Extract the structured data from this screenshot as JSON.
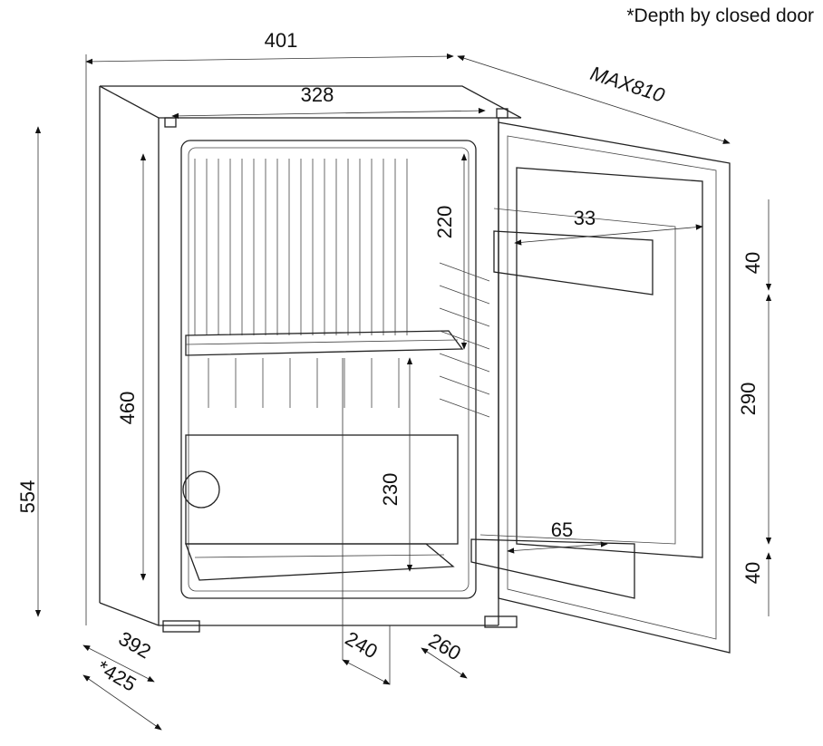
{
  "note": "*Depth by closed door",
  "dimensions": {
    "width_outer": "401",
    "depth_door_open": "MAX810",
    "width_inner": "328",
    "upper_compartment_height": "220",
    "door_shelf_top_depth": "33",
    "door_shelf_top_height": "40",
    "door_mid_height": "290",
    "inner_height": "460",
    "outer_height": "554",
    "lower_compartment_height": "230",
    "door_shelf_bottom_depth": "65",
    "door_shelf_bottom_height": "40",
    "depth_body": "392",
    "depth_closed": "*425",
    "shelf_depth": "240",
    "shelf_depth_lower": "260"
  }
}
